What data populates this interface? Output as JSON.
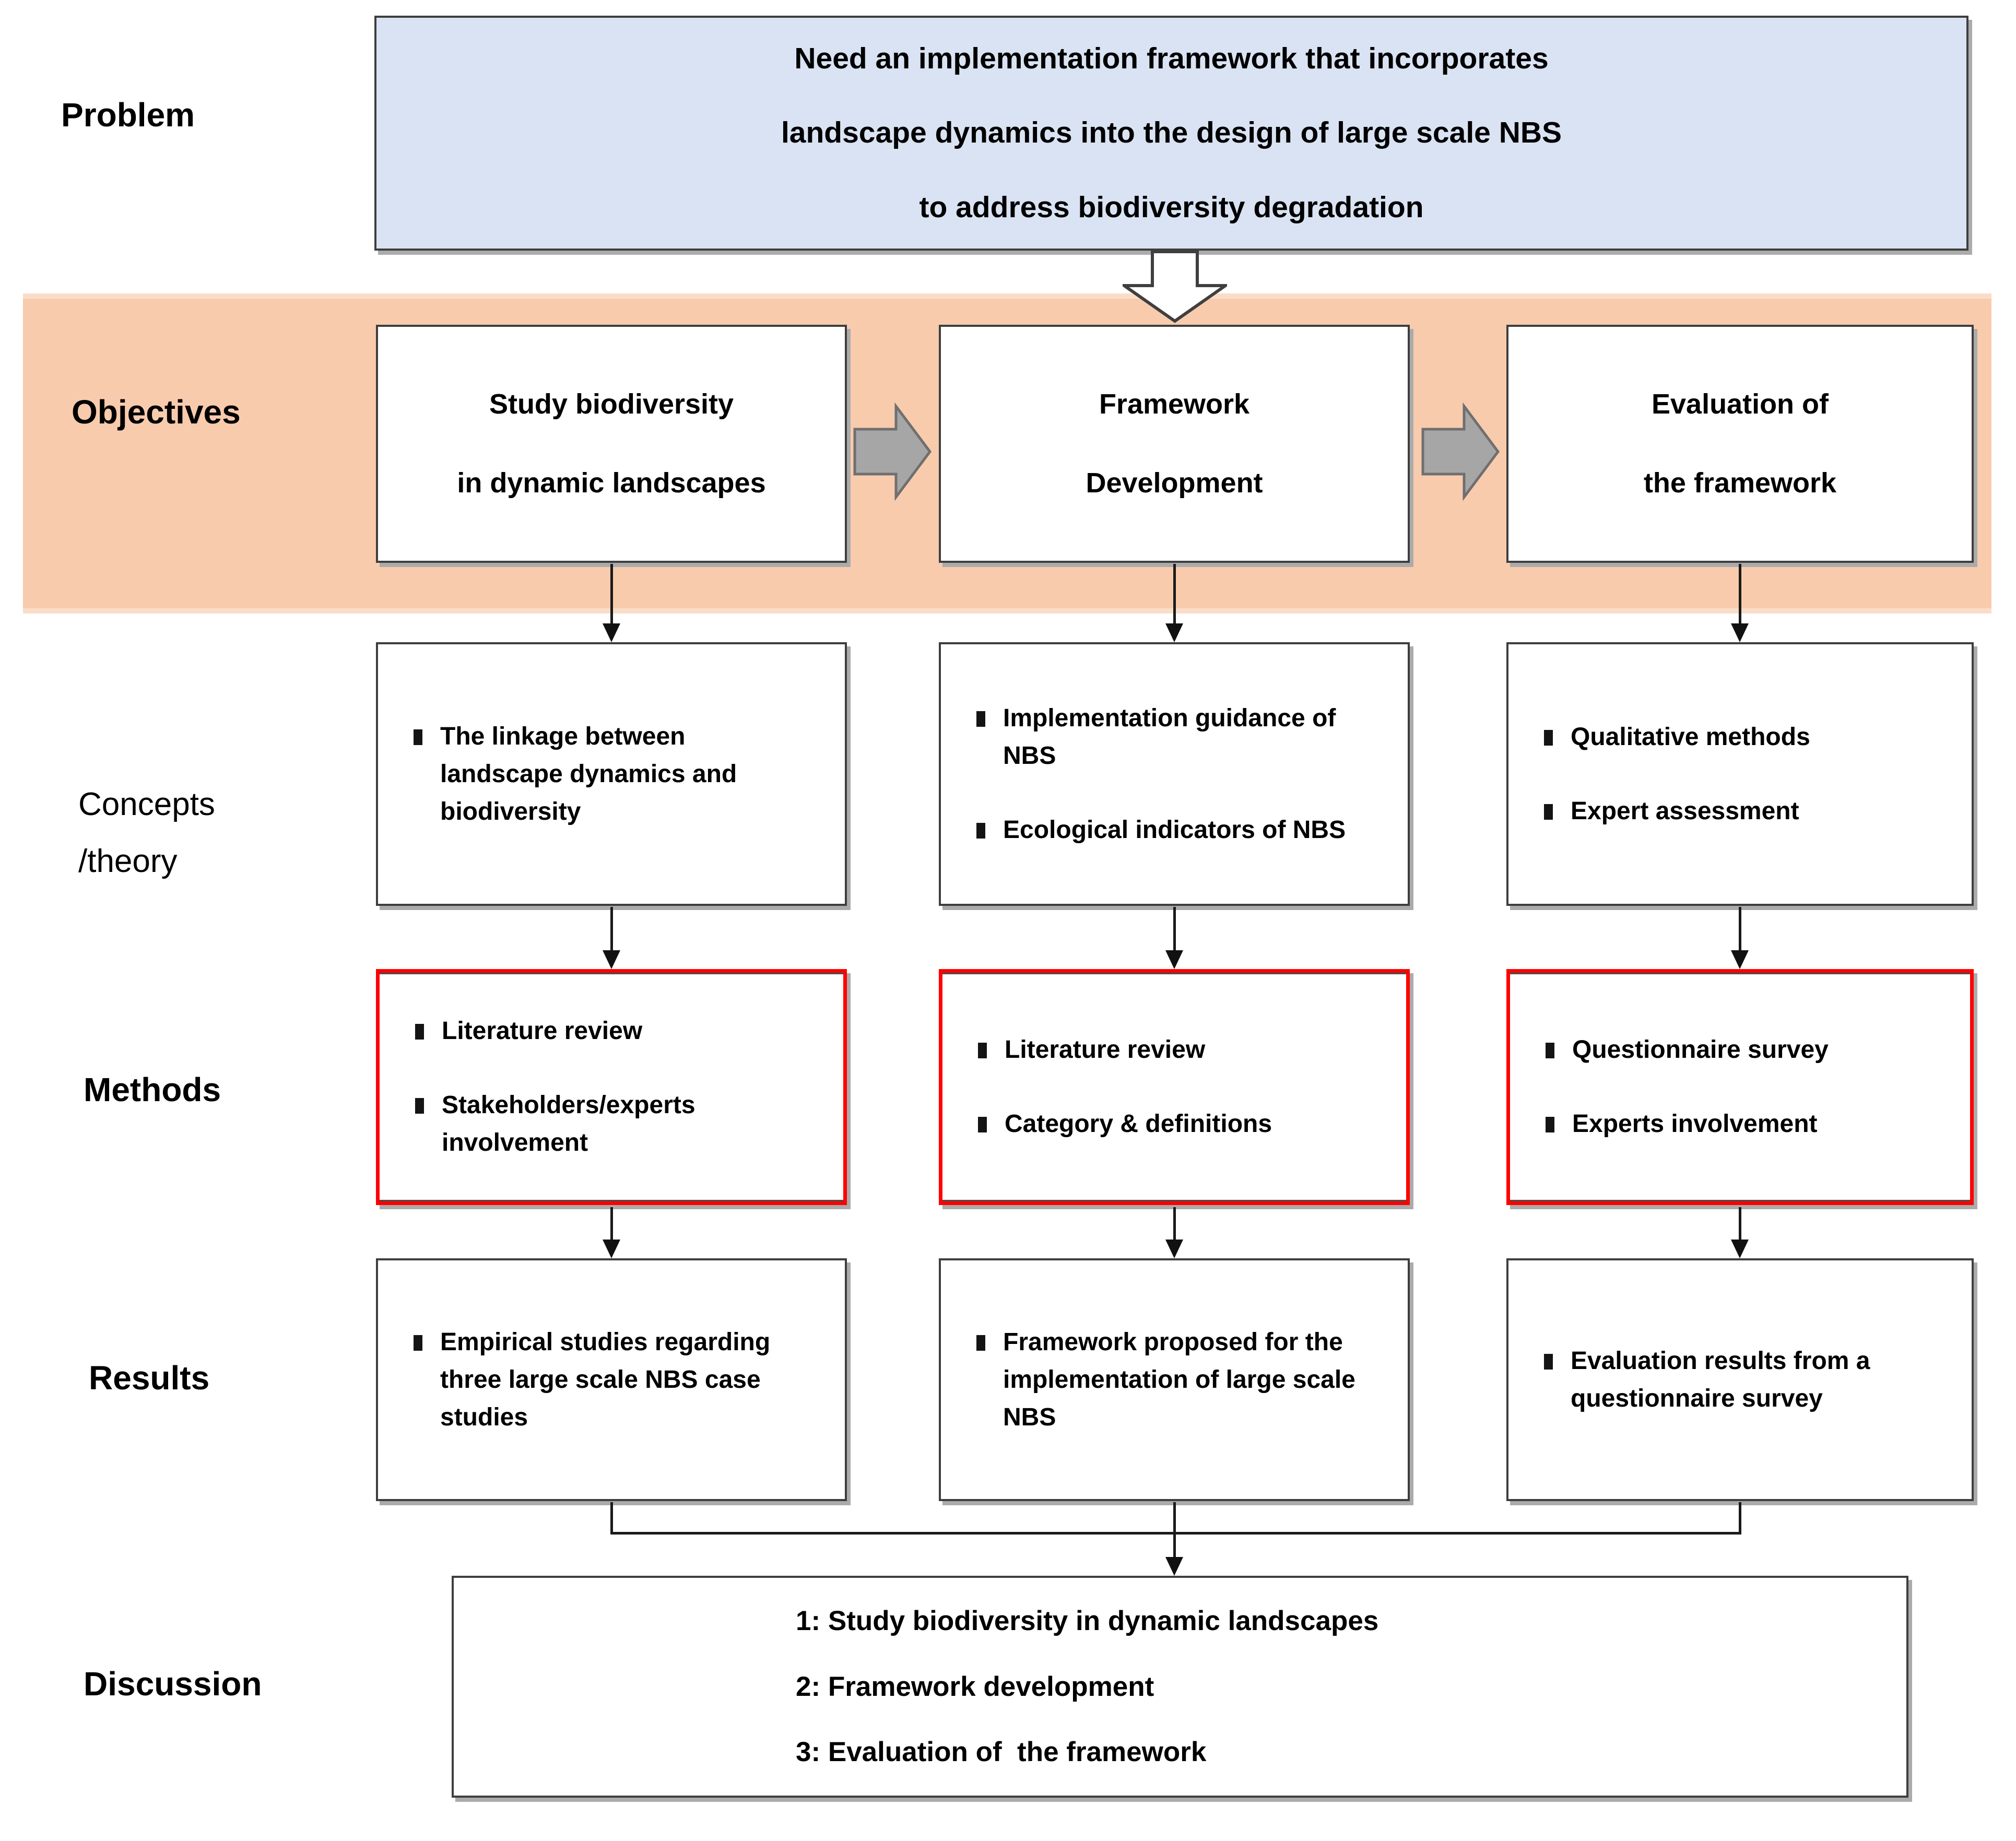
{
  "row_labels": {
    "problem": "Problem",
    "objectives": "Objectives",
    "concepts_line1": "Concepts",
    "concepts_line2": "/theory",
    "methods": "Methods",
    "results": "Results",
    "discussion": "Discussion"
  },
  "problem_box": {
    "lines": [
      "Need an implementation framework that incorporates",
      "landscape dynamics into the design of large scale NBS",
      "to address biodiversity degradation"
    ]
  },
  "objective_boxes": [
    {
      "lines": [
        "Study biodiversity",
        "in dynamic landscapes"
      ]
    },
    {
      "lines": [
        "Framework",
        "Development"
      ]
    },
    {
      "lines": [
        "Evaluation of",
        "the framework"
      ]
    }
  ],
  "concepts_boxes": [
    {
      "bullets": [
        "The linkage between landscape dynamics and biodiversity"
      ]
    },
    {
      "bullets": [
        "Implementation guidance of NBS",
        "Ecological indicators of NBS"
      ]
    },
    {
      "bullets": [
        "Qualitative methods",
        "Expert assessment"
      ]
    }
  ],
  "methods_boxes": [
    {
      "bullets": [
        "Literature review",
        "Stakeholders/experts involvement"
      ]
    },
    {
      "bullets": [
        "Literature review",
        "Category & definitions"
      ]
    },
    {
      "bullets": [
        "Questionnaire survey",
        "Experts involvement"
      ]
    }
  ],
  "results_boxes": [
    {
      "bullets": [
        "Empirical studies regarding three large scale NBS case studies"
      ]
    },
    {
      "bullets": [
        "Framework proposed for the implementation of large scale NBS"
      ]
    },
    {
      "bullets": [
        "Evaluation results from a questionnaire survey"
      ]
    }
  ],
  "discussion_box": {
    "lines": [
      "1: Study biodiversity in dynamic landscapes",
      "2: Framework development",
      "3: Evaluation of  the framework"
    ]
  },
  "colors": {
    "problem_fill": "#dae3f3",
    "band_fill": "#f8cbad",
    "red_border": "#fe0101",
    "gray_arrow": "#a6a6a6",
    "box_border": "#3e3e3e"
  }
}
